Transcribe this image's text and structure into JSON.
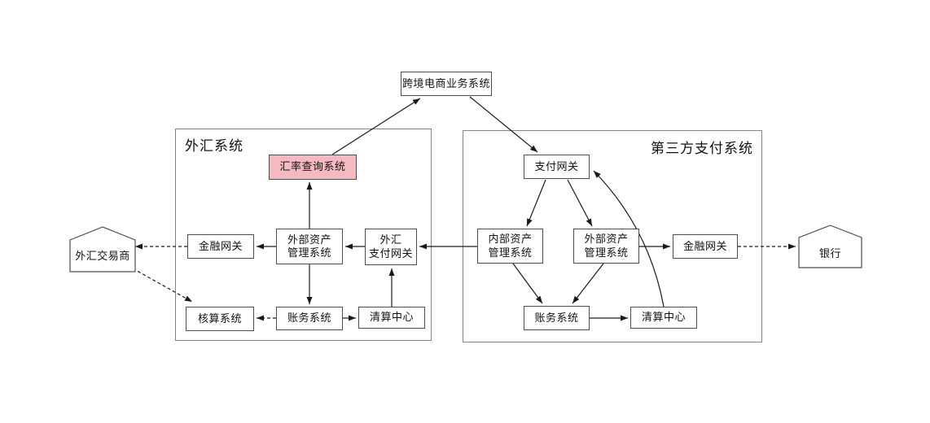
{
  "top_node": {
    "label": "跨境电商业务系统"
  },
  "external": {
    "fx_dealer": {
      "label": "外汇交易商"
    },
    "bank": {
      "label": "银行"
    }
  },
  "fx_system": {
    "title": "外汇系统",
    "nodes": {
      "rate_query": {
        "label": "汇率查询系统",
        "highlighted": true
      },
      "finance_gateway": {
        "label": "金融网关"
      },
      "external_asset": {
        "label": "外部资产\n管理系统"
      },
      "fx_payment_gateway": {
        "label": "外汇\n支付网关"
      },
      "audit": {
        "label": "核算系统"
      },
      "ledger": {
        "label": "账务系统"
      },
      "clearing": {
        "label": "清算中心"
      }
    }
  },
  "third_party_system": {
    "title": "第三方支付系统",
    "nodes": {
      "payment_gateway": {
        "label": "支付网关"
      },
      "internal_asset": {
        "label": "内部资产\n管理系统"
      },
      "external_asset": {
        "label": "外部资产\n管理系统"
      },
      "finance_gateway": {
        "label": "金融网关"
      },
      "ledger": {
        "label": "账务系统"
      },
      "clearing": {
        "label": "清算中心"
      }
    }
  },
  "colors": {
    "highlight_fill": "#f5bac1",
    "line": "#1a1a1a",
    "box_border": "#4d4d4d",
    "container_border": "#848484",
    "background": "#ffffff"
  }
}
